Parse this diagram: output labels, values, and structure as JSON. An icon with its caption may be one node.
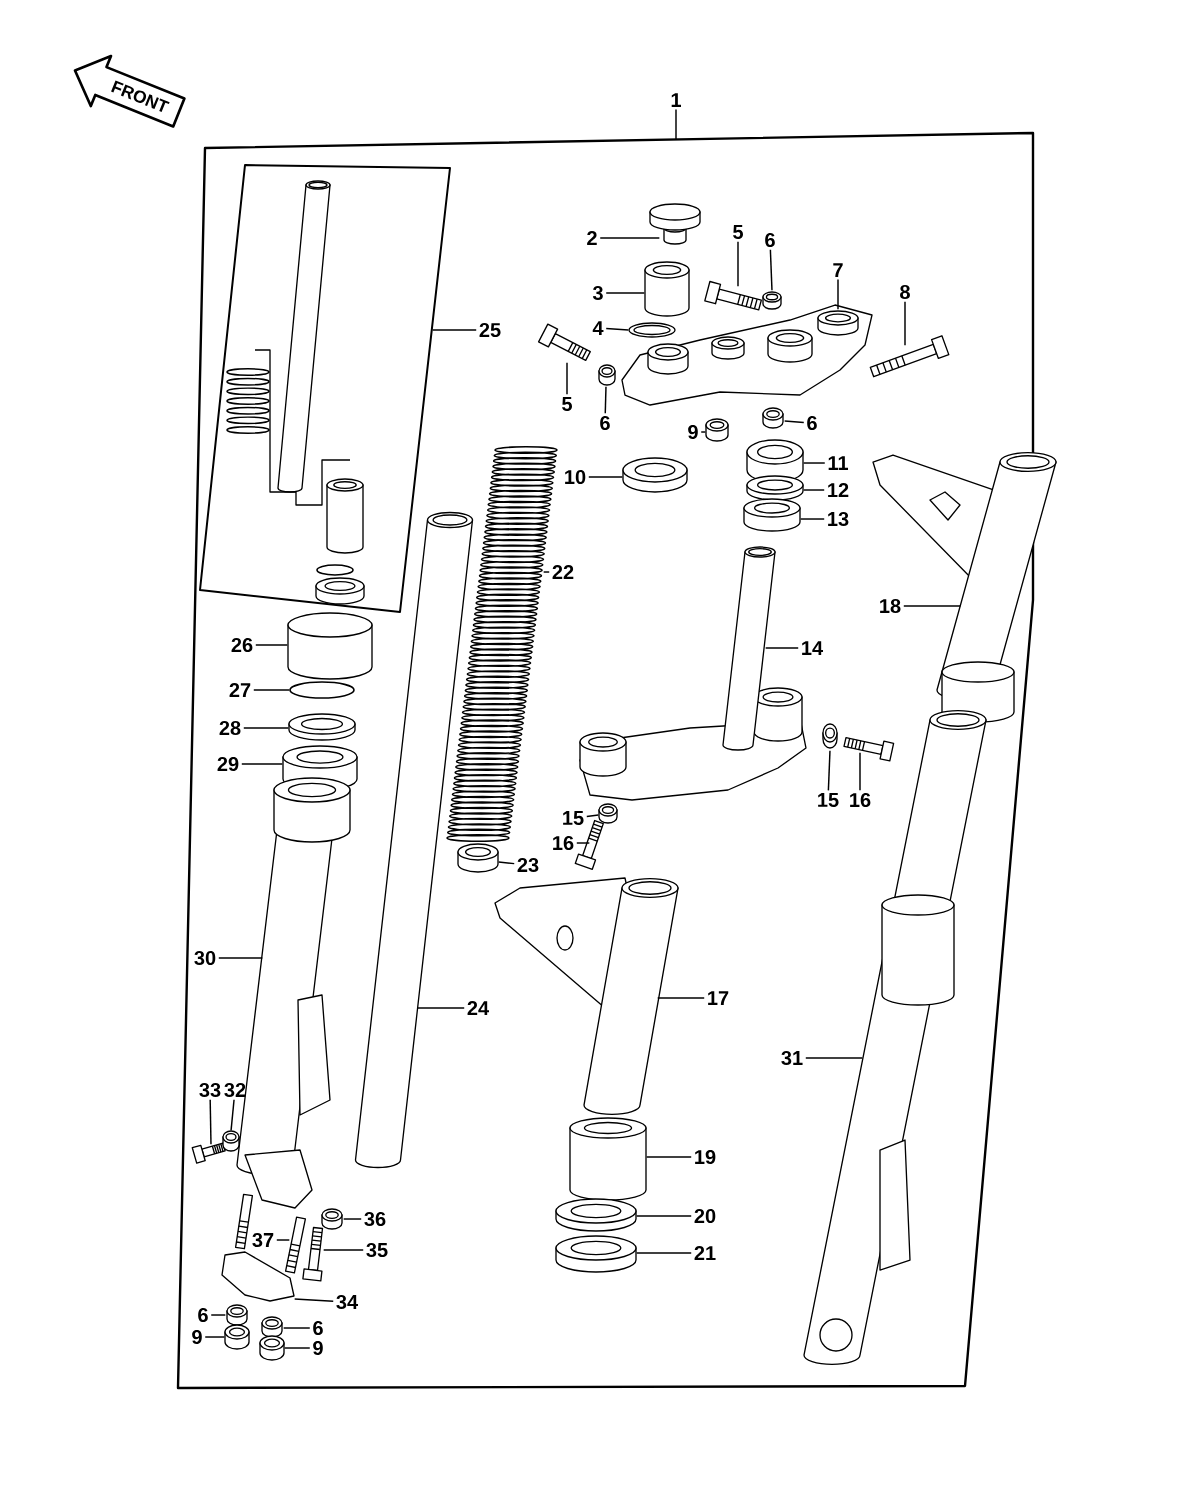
{
  "diagram": {
    "nodes": [
      {
        "text": [
          "1"
        ]
      },
      {
        "text": [],
        "shape": "box"
      },
      {
        "text": [],
        "shape": "box",
        "in": 1
      },
      {
        "text": [
          "2"
        ],
        "in": 1
      },
      {
        "text": [],
        "shape": "picture",
        "in": 1
      },
      {
        "text": [
          "3"
        ],
        "in": 1
      },
      {
        "text": [],
        "shape": "cylinder",
        "in": 1
      },
      {
        "text": [
          "4"
        ],
        "in": 1
      },
      {
        "text": [],
        "shape": "circle",
        "in": 1
      },
      {
        "text": [
          "5"
        ],
        "in": 1
      },
      {
        "text": [],
        "shape": "picture",
        "in": 1
      },
      {
        "text": [
          "6"
        ],
        "in": 1
      },
      {
        "text": [],
        "shape": "cylinder",
        "in": 1
      },
      {
        "text": [
          "7"
        ],
        "in": 1
      },
      {
        "text": [],
        "shape": "picture",
        "in": 1
      },
      {
        "text": [
          "8"
        ],
        "in": 1
      },
      {
        "text": [],
        "shape": "picture",
        "in": 1
      },
      {
        "text": [
          "25"
        ],
        "in": 1
      },
      {
        "text": [
          "5"
        ],
        "in": 1
      },
      {
        "text": [],
        "shape": "picture",
        "in": 1
      },
      {
        "text": [
          "6"
        ],
        "in": 1
      },
      {
        "text": [],
        "shape": "cylinder",
        "in": 1
      },
      {
        "text": [
          "9"
        ],
        "in": 1
      },
      {
        "text": [],
        "shape": "cylinder",
        "in": 1
      },
      {
        "text": [
          "6"
        ],
        "in": 1
      },
      {
        "text": [],
        "shape": "cylinder",
        "in": 1
      },
      {
        "text": [
          "10"
        ],
        "in": 1
      },
      {
        "text": [],
        "shape": "cylinder",
        "in": 1
      },
      {
        "text": [
          "11"
        ],
        "in": 1
      },
      {
        "text": [],
        "shape": "cylinder",
        "in": 1
      },
      {
        "text": [
          "12"
        ],
        "in": 1
      },
      {
        "text": [],
        "shape": "cylinder",
        "in": 1
      },
      {
        "text": [
          "13"
        ],
        "in": 1
      },
      {
        "text": [],
        "shape": "cylinder",
        "in": 1
      },
      {
        "text": [
          "22"
        ],
        "in": 1
      },
      {
        "text": [],
        "shape": "picture",
        "in": 1
      },
      {
        "text": [
          "18"
        ],
        "in": 1
      },
      {
        "text": [],
        "shape": "picture",
        "in": 1
      },
      {
        "text": [
          "26"
        ],
        "in": 1
      },
      {
        "text": [],
        "shape": "cylinder",
        "in": 1
      },
      {
        "text": [
          "14"
        ],
        "in": 1
      },
      {
        "text": [],
        "shape": "picture",
        "in": 1
      },
      {
        "text": [
          "27"
        ],
        "in": 1
      },
      {
        "text": [],
        "shape": "circle",
        "in": 1
      },
      {
        "text": [
          "28"
        ],
        "in": 1
      },
      {
        "text": [],
        "shape": "cylinder",
        "in": 1
      },
      {
        "text": [
          "29"
        ],
        "in": 1
      },
      {
        "text": [],
        "shape": "cylinder",
        "in": 1
      },
      {
        "text": [
          "15"
        ],
        "in": 1
      },
      {
        "text": [],
        "shape": "cylinder",
        "in": 1
      },
      {
        "text": [
          "16"
        ],
        "in": 1
      },
      {
        "text": [],
        "shape": "picture",
        "in": 1
      },
      {
        "text": [
          "15"
        ],
        "in": 1
      },
      {
        "text": [],
        "shape": "cylinder",
        "in": 1
      },
      {
        "text": [
          "16"
        ],
        "in": 1
      },
      {
        "text": [],
        "shape": "picture",
        "in": 1
      },
      {
        "text": [
          "23"
        ],
        "in": 1
      },
      {
        "text": [],
        "shape": "cylinder",
        "in": 1
      },
      {
        "text": [
          "30"
        ],
        "in": 1
      },
      {
        "text": [],
        "shape": "picture",
        "in": 1
      },
      {
        "text": [
          "17"
        ],
        "in": 1
      },
      {
        "text": [],
        "shape": "picture",
        "in": 1
      },
      {
        "text": [
          "24"
        ],
        "in": 1
      },
      {
        "text": [],
        "shape": "picture",
        "in": 1
      },
      {
        "text": [
          "31"
        ],
        "in": 1
      },
      {
        "text": [],
        "shape": "picture",
        "in": 1
      },
      {
        "text": [
          "33"
        ],
        "in": 1
      },
      {
        "text": [],
        "shape": "picture",
        "in": 1
      },
      {
        "text": [
          "32"
        ],
        "in": 1
      },
      {
        "text": [],
        "shape": "cylinder",
        "in": 1
      },
      {
        "text": [
          "19"
        ],
        "in": 1
      },
      {
        "text": [],
        "shape": "cylinder",
        "in": 1
      },
      {
        "text": [
          "36"
        ],
        "in": 1
      },
      {
        "text": [],
        "shape": "cylinder",
        "in": 1
      },
      {
        "text": [
          "20"
        ],
        "in": 1
      },
      {
        "text": [],
        "shape": "cylinder",
        "in": 1
      },
      {
        "text": [
          "37"
        ],
        "in": 1
      },
      {
        "text": [],
        "shape": "picture",
        "in": 1
      },
      {
        "text": [
          "35"
        ],
        "in": 1
      },
      {
        "text": [],
        "shape": "picture",
        "in": 1
      },
      {
        "text": [
          "21"
        ],
        "in": 1
      },
      {
        "text": [],
        "shape": "cylinder",
        "in": 1
      },
      {
        "text": [
          "34"
        ],
        "in": 1
      },
      {
        "text": [],
        "shape": "picture",
        "in": 1
      },
      {
        "text": [
          "6"
        ],
        "in": 1
      },
      {
        "text": [],
        "shape": "cylinder",
        "in": 1
      },
      {
        "text": [
          "6"
        ],
        "in": 1
      },
      {
        "text": [],
        "shape": "cylinder",
        "in": 1
      },
      {
        "text": [
          "9"
        ],
        "in": 1
      },
      {
        "text": [],
        "shape": "cylinder",
        "in": 1
      },
      {
        "text": [
          "9"
        ],
        "in": 1
      },
      {
        "text": [],
        "shape": "cylinder",
        "in": 1
      }
    ],
    "edges": [
      {
        "from": 0,
        "to": 1,
        "arrow": "none"
      },
      {
        "from": 3,
        "to": 4,
        "arrow": "none"
      },
      {
        "from": 5,
        "to": 6,
        "arrow": "none"
      },
      {
        "from": 7,
        "to": 8,
        "arrow": "none"
      },
      {
        "from": 9,
        "to": 10,
        "arrow": "none"
      },
      {
        "from": 11,
        "to": 12,
        "arrow": "none"
      },
      {
        "from": 13,
        "to": 14,
        "arrow": "none"
      },
      {
        "from": 15,
        "to": 16,
        "arrow": "none"
      },
      {
        "from": 17,
        "to": 2,
        "arrow": "none"
      },
      {
        "from": 18,
        "to": 19,
        "arrow": "none"
      },
      {
        "from": 20,
        "to": 21,
        "arrow": "none"
      },
      {
        "from": 22,
        "to": 23,
        "arrow": "none"
      },
      {
        "from": 24,
        "to": 25,
        "arrow": "none"
      },
      {
        "from": 26,
        "to": 27,
        "arrow": "none"
      },
      {
        "from": 28,
        "to": 29,
        "arrow": "none"
      },
      {
        "from": 30,
        "to": 31,
        "arrow": "none"
      },
      {
        "from": 32,
        "to": 33,
        "arrow": "none"
      },
      {
        "from": 34,
        "to": 35,
        "arrow": "none"
      },
      {
        "from": 36,
        "to": 37,
        "arrow": "none"
      },
      {
        "from": 38,
        "to": 39,
        "arrow": "none"
      },
      {
        "from": 40,
        "to": 41,
        "arrow": "none"
      },
      {
        "from": 42,
        "to": 43,
        "arrow": "none"
      },
      {
        "from": 44,
        "to": 45,
        "arrow": "none"
      },
      {
        "from": 46,
        "to": 47,
        "arrow": "none"
      },
      {
        "from": 48,
        "to": 49,
        "arrow": "none"
      },
      {
        "from": 50,
        "to": 51,
        "arrow": "none"
      },
      {
        "from": 52,
        "to": 53,
        "arrow": "none"
      },
      {
        "from": 54,
        "to": 55,
        "arrow": "none"
      },
      {
        "from": 56,
        "to": 57,
        "arrow": "none"
      },
      {
        "from": 58,
        "to": 59,
        "arrow": "none"
      },
      {
        "from": 60,
        "to": 61,
        "arrow": "none"
      },
      {
        "from": 62,
        "to": 63,
        "arrow": "none"
      },
      {
        "from": 64,
        "to": 65,
        "arrow": "none"
      },
      {
        "from": 66,
        "to": 67,
        "arrow": "none"
      },
      {
        "from": 68,
        "to": 69,
        "arrow": "none"
      },
      {
        "from": 70,
        "to": 71,
        "arrow": "none"
      },
      {
        "from": 72,
        "to": 73,
        "arrow": "none"
      },
      {
        "from": 74,
        "to": 75,
        "arrow": "none"
      },
      {
        "from": 76,
        "to": 77,
        "arrow": "none"
      },
      {
        "from": 78,
        "to": 79,
        "arrow": "none"
      },
      {
        "from": 80,
        "to": 81,
        "arrow": "none"
      },
      {
        "from": 82,
        "to": 83,
        "arrow": "none"
      },
      {
        "from": 84,
        "to": 85,
        "arrow": "none"
      },
      {
        "from": 86,
        "to": 87,
        "arrow": "none"
      },
      {
        "from": 88,
        "to": 89,
        "arrow": "none"
      },
      {
        "from": 90,
        "to": 91,
        "arrow": "none"
      }
    ],
    "labels": [
      "FRONT"
    ]
  }
}
